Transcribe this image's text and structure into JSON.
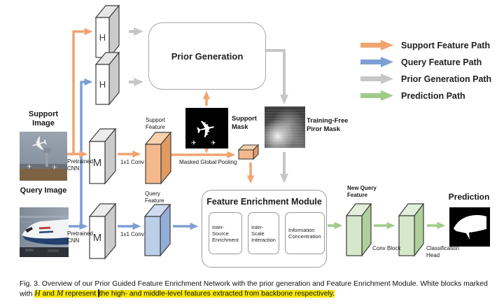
{
  "legend": {
    "items": [
      {
        "label": "Support Feature Path",
        "color": "#f0a470"
      },
      {
        "label": "Query Feature Path",
        "color": "#7e9fd4"
      },
      {
        "label": "Prior Generation Path",
        "color": "#c6c6c6"
      },
      {
        "label": "Prediction Path",
        "color": "#9fcc89"
      }
    ]
  },
  "nodes": {
    "h_top": "H",
    "h_bottom": "H",
    "m_support": "M",
    "m_query": "M",
    "support_image_label": "Support Image",
    "query_image_label": "Query Image",
    "pretrained_cnn_support": "Pretrained CNN",
    "pretrained_cnn_query": "Pretrained CNN",
    "conv_support": "1x1 Conv",
    "conv_query": "1x1 Conv",
    "support_feature_label": "Support Feature",
    "query_feature_label": "Query Feature",
    "prior_generation": "Prior Generation",
    "support_mask_label": "Support Mask",
    "masked_global_pooling": "Masked Global Pooling",
    "training_free_mask_label": "Training-Free Piror Mask",
    "fem_title": "Feature Enrichment Module",
    "fem_modules": [
      "Inter-Source Enrichment",
      "Inter-Scale Interaction",
      "Information Concentration"
    ],
    "new_query_feature_label": "New Query Feature",
    "conv_block_label": "Conv Block",
    "classification_head_label": "Classification Head",
    "prediction_label": "Prediction"
  },
  "icons": {
    "airplane": "✈"
  },
  "caption": {
    "line1": "Fig. 3. Overview of our Prior Guided Feature Enrichment Network with the prior generation and Feature Enrichment Module. White blocks marked",
    "line2_prefix": "with ",
    "var_h": "H",
    "separator": " and ",
    "var_m": "M",
    "after_vars": " represent ",
    "highlighted_tail": "the high- and middle-level features extracted from backbone respectively.",
    "highlight_color": "#f6e70a"
  }
}
